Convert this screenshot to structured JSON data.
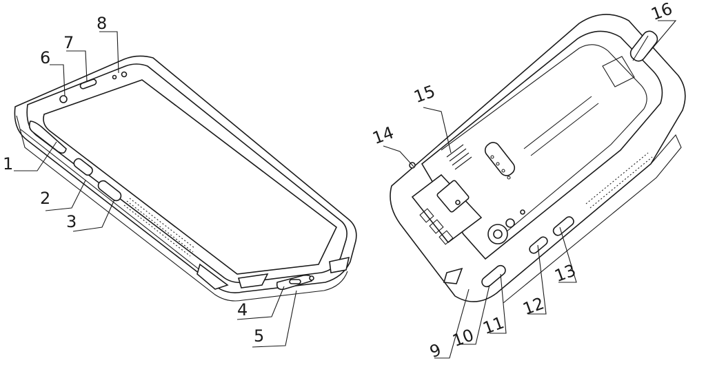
{
  "callouts": {
    "c1": "1",
    "c2": "2",
    "c3": "3",
    "c4": "4",
    "c5": "5",
    "c6": "6",
    "c7": "7",
    "c8": "8",
    "c9": "9",
    "c10": "10",
    "c11": "11",
    "c12": "12",
    "c13": "13",
    "c14": "14",
    "c15": "15",
    "c16": "16"
  },
  "style": {
    "line_color": "#1a1a1a",
    "background": "#ffffff"
  }
}
